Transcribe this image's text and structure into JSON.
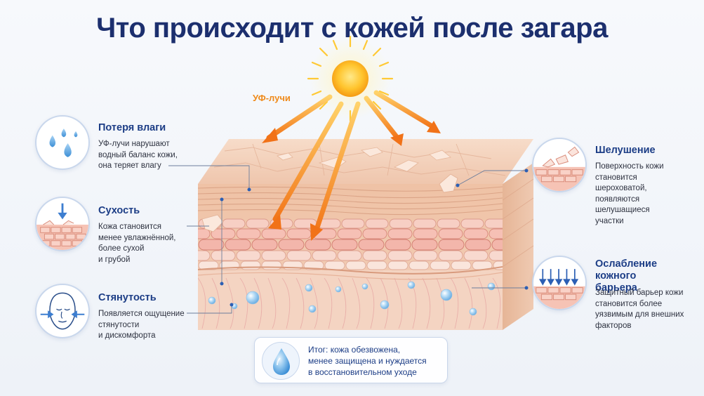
{
  "title": "Что происходит с кожей после загара",
  "uv_label": "УФ-лучи",
  "cards": {
    "moisture_loss": {
      "title": "Потеря влаги",
      "desc": "УФ-лучи нарушают\nводный баланс кожи,\nона теряет влагу",
      "icon": "water-drops-icon"
    },
    "dryness": {
      "title": "Сухость",
      "desc": "Кожа становится\nменее увлажнённой,\nболее сухой\nи грубой",
      "icon": "dry-skin-icon"
    },
    "tightness": {
      "title": "Стянутость",
      "desc": "Появляется ощущение\nстянутости\nи дискомфорта",
      "icon": "face-tightness-icon"
    },
    "peeling": {
      "title": "Шелушение",
      "desc": "Поверхность кожи\nстановится\nшероховатой,\nпоявляются\nшелушащиеся\nучастки",
      "icon": "peeling-skin-icon"
    },
    "barrier": {
      "title": "Ослабление\nкожного барьера",
      "desc": "Защитный барьер кожи\nстановится более\nуязвимым для внешних\nфакторов",
      "icon": "barrier-arrows-icon"
    }
  },
  "summary": {
    "text": "Итог: кожа обезвожена,\nменее защищена и нуждается\nв восстановительном уходе",
    "icon": "water-drop-icon"
  },
  "colors": {
    "title": "#1c2f6e",
    "heading": "#1c3d86",
    "uv": "#ef8a1a",
    "skin": "#f2c4a8",
    "cells": "#f5b7ae",
    "drops": "#8fc4ee"
  }
}
